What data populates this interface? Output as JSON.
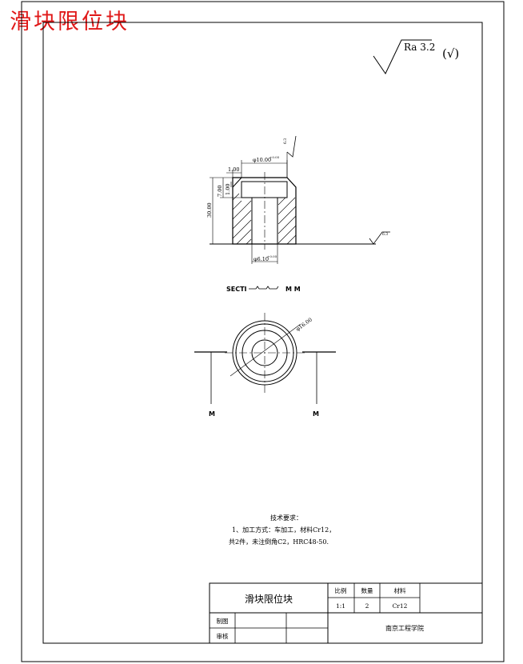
{
  "drawing": {
    "part_name": "滑块限位块",
    "roughness": {
      "label": "Ra 3.2",
      "paren": "(√)"
    },
    "front_view": {
      "dim_top_diameter": "φ10.00",
      "dim_top_diameter_tol": "+0.05",
      "dim_top_step": "1.00",
      "dim_depth": "7.00",
      "dim_chamfer": "1.00",
      "dim_height": "30.00",
      "dim_bottom_diameter": "φ6.10",
      "dim_bottom_diameter_tol": "+0.05",
      "surface_mark_top": "6.3",
      "surface_mark_base": "6.3"
    },
    "section": {
      "label_prefix": "SECTI",
      "label_suffix": "M M",
      "marker_left": "M",
      "marker_right": "M"
    },
    "top_view": {
      "dim_diameter": "φ16.00"
    },
    "tech_requirements": {
      "heading": "技术要求：",
      "line1": "1、加工方式：车加工，材料Cr12，",
      "line2": "共2件，未注倒角C2，HRC48-50."
    },
    "title_block": {
      "title": "滑块限位块",
      "col_scale": "比例",
      "col_quantity": "数量",
      "col_material": "材料",
      "scale": "1:1",
      "quantity": "2",
      "material": "Cr12",
      "row_drawn": "制图",
      "row_review": "审核",
      "company": "南京工程学院"
    }
  }
}
